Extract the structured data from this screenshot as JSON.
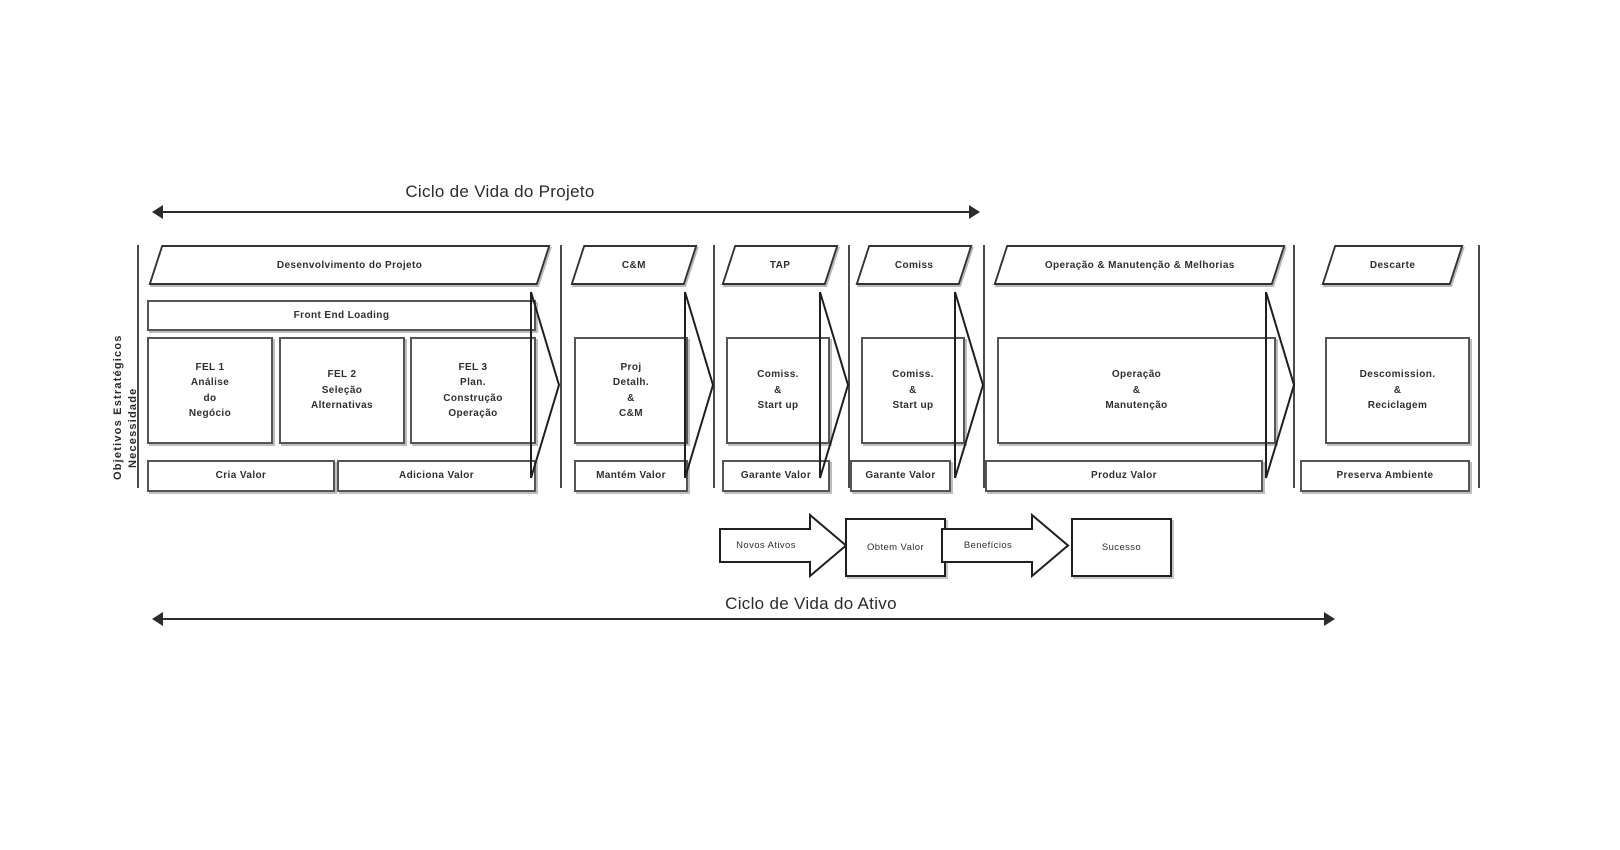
{
  "diagram": {
    "title_top": "Ciclo de Vida do Projeto",
    "title_bottom": "Ciclo de Vida do Ativo",
    "axis_label_line1": "Objetivos Estratégicos",
    "axis_label_line2": "Necessidade",
    "colors": {
      "line": "#333333",
      "box_border": "#555555",
      "shadow": "#bdbdbd",
      "text": "#2f2f2f",
      "background": "#ffffff"
    }
  },
  "phases": [
    {
      "id": "desenvolvimento",
      "header": "Desenvolvimento do Projeto",
      "band": "Front End Loading",
      "stages": [
        {
          "label": "FEL 1\nAnálise\ndo\nNegócio"
        },
        {
          "label": "FEL 2\nSeleção\nAlternativas"
        },
        {
          "label": "FEL 3\nPlan.\nConstrução\nOperação"
        }
      ],
      "value_bars": [
        "Cria Valor",
        "Adiciona Valor"
      ]
    },
    {
      "id": "cm",
      "header": "C&M",
      "band": null,
      "stages": [
        {
          "label": "Proj\nDetalh.\n&\nC&M"
        }
      ],
      "value_bars": [
        "Mantém Valor"
      ]
    },
    {
      "id": "tap",
      "header": "TAP",
      "band": null,
      "stages": [
        {
          "label": "Comiss.\n&\nStart up"
        }
      ],
      "value_bars": [
        "Garante Valor"
      ]
    },
    {
      "id": "comiss",
      "header": "Comiss",
      "band": null,
      "stages": [
        {
          "label": "Comiss.\n&\nStart up"
        }
      ],
      "value_bars": [
        "Garante Valor"
      ]
    },
    {
      "id": "operacao",
      "header": "Operação & Manutenção & Melhorias",
      "band": null,
      "stages": [
        {
          "label": "Operação\n&\nManutenção"
        }
      ],
      "value_bars": [
        "Produz Valor"
      ]
    },
    {
      "id": "descarte",
      "header": "Descarte",
      "band": null,
      "stages": [
        {
          "label": "Descomission.\n&\nReciclagem"
        }
      ],
      "value_bars": [
        "Preserva Ambiente"
      ]
    }
  ],
  "value_chain": {
    "arrow1_label": "Novos Ativos",
    "box1_label": "Obtem Valor",
    "arrow2_label": "Benefícios",
    "box2_label": "Sucesso"
  }
}
